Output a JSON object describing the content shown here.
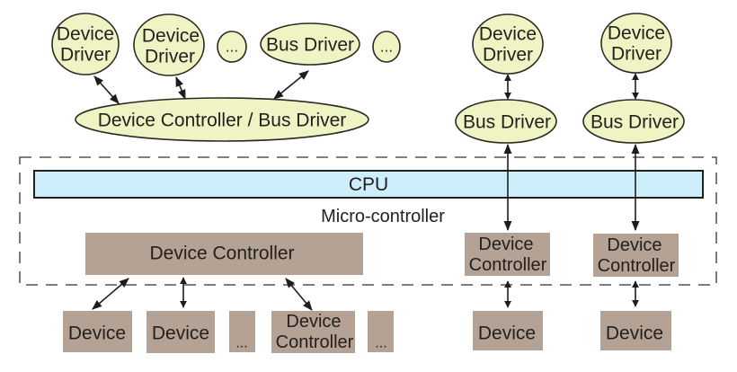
{
  "colors": {
    "driver_fill": "#f0f3c4",
    "controller_fill": "#b4a294",
    "cpu_fill": "#cdeefb",
    "outline": "#2a2a22"
  },
  "top_left": {
    "device_driver_1": [
      "Device",
      "Driver"
    ],
    "device_driver_2": [
      "Device",
      "Driver"
    ],
    "ellipsis_1": "...",
    "bus_driver": "Bus Driver",
    "ellipsis_2": "...",
    "hub": "Device Controller / Bus Driver"
  },
  "top_right": [
    {
      "device_driver": [
        "Device",
        "Driver"
      ],
      "bus_driver": "Bus Driver"
    },
    {
      "device_driver": [
        "Device",
        "Driver"
      ],
      "bus_driver": "Bus Driver"
    }
  ],
  "microcontroller": {
    "label": "Micro-controller",
    "cpu": "CPU",
    "device_controller": "Device Controller",
    "right_controllers": [
      [
        "Device",
        "Controller"
      ],
      [
        "Device",
        "Controller"
      ]
    ]
  },
  "bottom": {
    "device_1": "Device",
    "device_2": "Device",
    "ellipsis_1": "...",
    "device_controller": [
      "Device",
      "Controller"
    ],
    "ellipsis_2": "...",
    "device_right_1": "Device",
    "device_right_2": "Device"
  }
}
